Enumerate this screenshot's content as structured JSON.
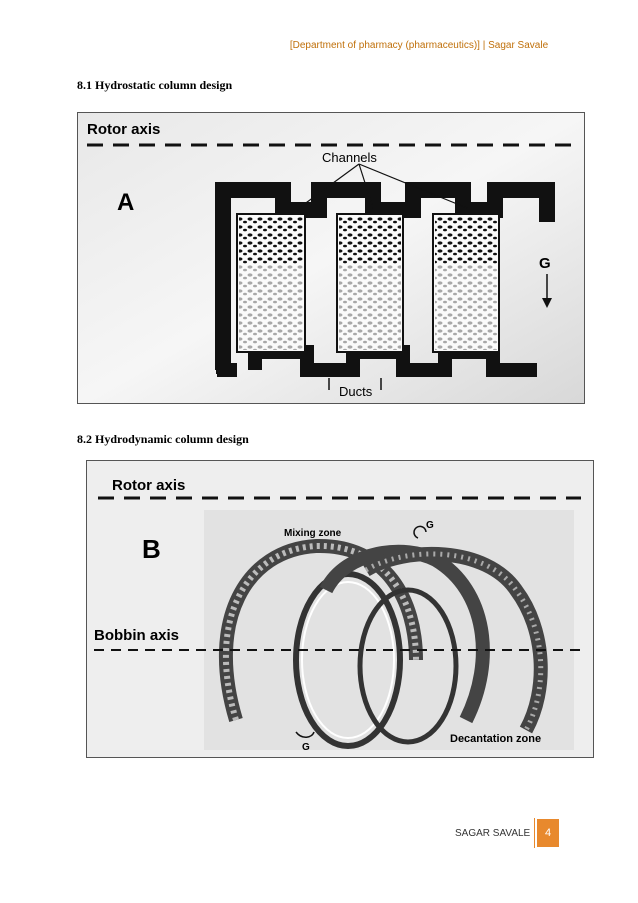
{
  "header": {
    "text": "[Department of pharmacy (pharmaceutics)] | Sagar Savale"
  },
  "section1": {
    "heading": "8.1 Hydrostatic column design"
  },
  "section2": {
    "heading": "8.2 Hydrodynamic column design"
  },
  "figureA": {
    "rotor_label": "Rotor axis",
    "panel_letter": "A",
    "channels_label": "Channels",
    "gravity_label": "G",
    "ducts_label": "Ducts"
  },
  "figureB": {
    "rotor_label": "Rotor axis",
    "panel_letter": "B",
    "mixing_label": "Mixing zone",
    "gravity_top_label": "G",
    "bobbin_label": "Bobbin axis",
    "gravity_bottom_label": "G",
    "decantation_label": "Decantation zone"
  },
  "footer": {
    "author": "SAGAR SAVALE",
    "page": "4"
  },
  "colors": {
    "header_text": "#c0700a",
    "page_box": "#e8892d"
  }
}
